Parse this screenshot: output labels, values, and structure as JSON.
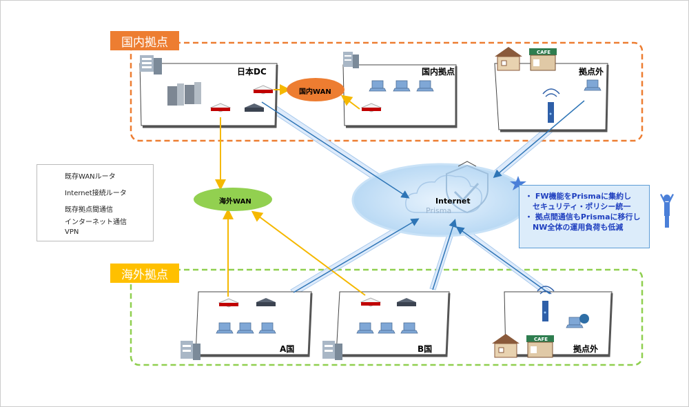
{
  "regions": {
    "domestic": {
      "title": "国内拠点",
      "color": "#ed7d31"
    },
    "overseas": {
      "title": "海外拠点",
      "color": "#8fcf4f"
    }
  },
  "sites": {
    "japan_dc": "日本DC",
    "domestic_site": "国内拠点",
    "outside_top": "拠点外",
    "country_a": "A国",
    "country_b": "B国",
    "outside_bottom": "拠点外"
  },
  "networks": {
    "domestic_wan": "国内WAN",
    "overseas_wan": "海外WAN",
    "internet": "Internet",
    "prisma": "Prisma"
  },
  "cafe_sign": "CAFE",
  "callout": {
    "lines": [
      "・ FW機能をPrismaに集約し",
      "　セキュリティ・ポリシー統一",
      "・ 拠点間通信もPrismaに移行し",
      "　NW全体の運用負荷も低減"
    ]
  },
  "legend": {
    "items": [
      "既存WANルータ",
      "Internet接続ルータ",
      "既存拠点間通信",
      "インターネット通信",
      "VPN"
    ]
  },
  "colors": {
    "existing_link": "#f5b800",
    "internet_link": "#2e75b6",
    "vpn_fill": "#dbe9fb",
    "domestic_wan": "#ed7d31",
    "overseas_wan": "#92d050"
  }
}
